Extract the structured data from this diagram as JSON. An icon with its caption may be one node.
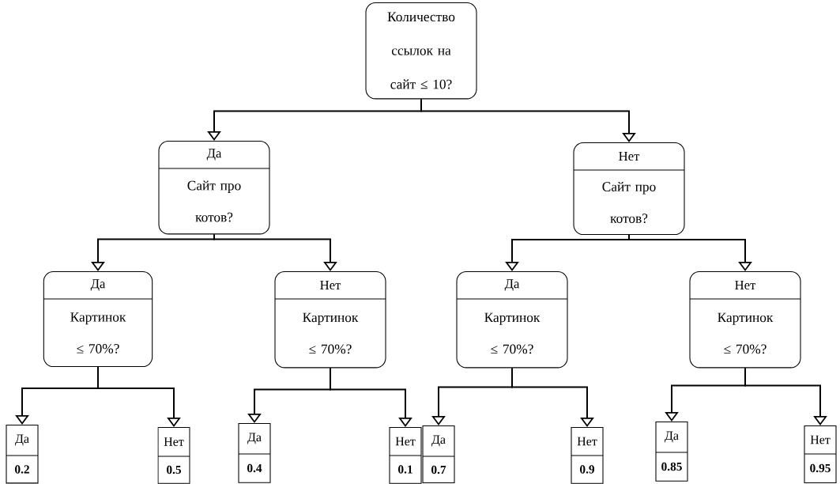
{
  "diagram": {
    "nodes": [
      {
        "text": [
          "Количество ссылок на сайт ≤ 10?"
        ]
      },
      {
        "text": [
          "Да",
          "Сайт про котов?"
        ]
      },
      {
        "text": [
          "Нет",
          "Сайт про котов?"
        ]
      },
      {
        "text": [
          "Да",
          "Картинок ≤ 70%?"
        ]
      },
      {
        "text": [
          "Нет",
          "Картинок ≤ 70%?"
        ]
      },
      {
        "text": [
          "Да",
          "Картинок ≤ 70%?"
        ]
      },
      {
        "text": [
          "Нет",
          "Картинок ≤ 70%?"
        ]
      },
      {
        "text": [
          "Да",
          "0.2"
        ]
      },
      {
        "text": [
          "Нет",
          "0.5"
        ]
      },
      {
        "text": [
          "Да",
          "0.4"
        ]
      },
      {
        "text": [
          "Нет",
          "0.1"
        ]
      },
      {
        "text": [
          "Да",
          "0.7"
        ]
      },
      {
        "text": [
          "Нет",
          "0.9"
        ]
      },
      {
        "text": [
          "Да",
          "0.85"
        ]
      },
      {
        "text": [
          "Нет",
          "0.95"
        ]
      }
    ],
    "edges": [
      {
        "from": 0,
        "to": 1,
        "arrow": "to"
      },
      {
        "from": 0,
        "to": 2,
        "arrow": "to"
      },
      {
        "from": 1,
        "to": 3,
        "arrow": "to"
      },
      {
        "from": 1,
        "to": 4,
        "arrow": "to"
      },
      {
        "from": 2,
        "to": 5,
        "arrow": "to"
      },
      {
        "from": 2,
        "to": 6,
        "arrow": "to"
      },
      {
        "from": 3,
        "to": 7,
        "arrow": "to"
      },
      {
        "from": 3,
        "to": 8,
        "arrow": "to"
      },
      {
        "from": 4,
        "to": 9,
        "arrow": "to"
      },
      {
        "from": 4,
        "to": 10,
        "arrow": "to"
      },
      {
        "from": 5,
        "to": 11,
        "arrow": "to"
      },
      {
        "from": 5,
        "to": 12,
        "arrow": "to"
      },
      {
        "from": 6,
        "to": 13,
        "arrow": "to"
      },
      {
        "from": 6,
        "to": 14,
        "arrow": "to"
      }
    ]
  }
}
